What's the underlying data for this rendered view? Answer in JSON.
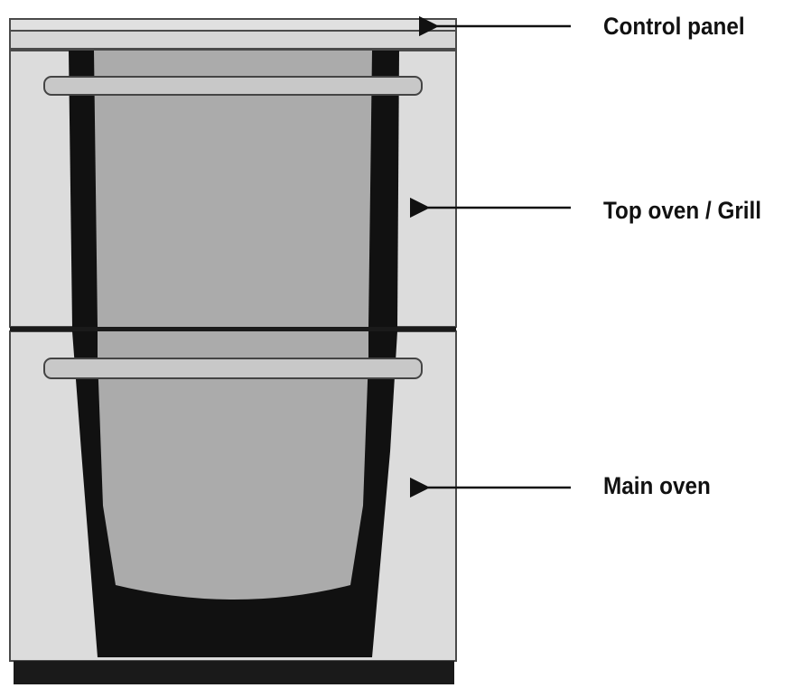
{
  "labels": {
    "control_panel": "Control panel",
    "top_oven": "Top oven / Grill",
    "main_oven": "Main oven"
  },
  "colors": {
    "panel_face": "#dcdcdc",
    "panel_edge": "#4a4a4a",
    "window_frame": "#111111",
    "window_glass": "#ababab",
    "handle": "#c8c8c8",
    "plinth": "#1a1a1a",
    "arrow": "#111111"
  }
}
